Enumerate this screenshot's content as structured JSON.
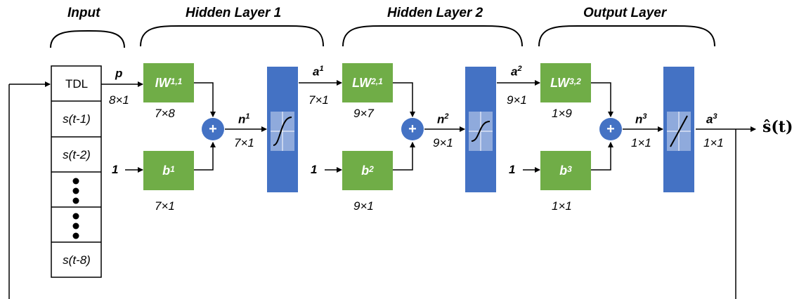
{
  "headers": {
    "input": "Input",
    "hidden1": "Hidden Layer 1",
    "hidden2": "Hidden Layer 2",
    "output": "Output Layer"
  },
  "tdl": {
    "label": "TDL",
    "cells": [
      "s(t-1)",
      "s(t-2)",
      "s(t-8)"
    ]
  },
  "input": {
    "name": "p",
    "dim": "8×1",
    "bias_input": "1"
  },
  "layers": [
    {
      "weight_base": "IW",
      "weight_sup": "1,1",
      "weight_dim": "7×8",
      "bias_base": "b",
      "bias_sup": "1",
      "bias_dim": "7×1",
      "sum_symbol": "+",
      "net_base": "n",
      "net_sup": "1",
      "net_dim": "7×1",
      "out_base": "a",
      "out_sup": "1",
      "out_dim": "7×1"
    },
    {
      "weight_base": "LW",
      "weight_sup": "2,1",
      "weight_dim": "9×7",
      "bias_base": "b",
      "bias_sup": "2",
      "bias_dim": "9×1",
      "sum_symbol": "+",
      "net_base": "n",
      "net_sup": "2",
      "net_dim": "9×1",
      "out_base": "a",
      "out_sup": "2",
      "out_dim": "9×1"
    },
    {
      "weight_base": "LW",
      "weight_sup": "3,2",
      "weight_dim": "1×9",
      "bias_base": "b",
      "bias_sup": "3",
      "bias_dim": "1×1",
      "sum_symbol": "+",
      "net_base": "n",
      "net_sup": "3",
      "net_dim": "1×1",
      "out_base": "a",
      "out_sup": "3",
      "out_dim": "1×1"
    }
  ],
  "output_label": "ŝ(t)",
  "colors": {
    "green": "#70ad47",
    "blue": "#4472c4",
    "light_blue": "#8faadc"
  }
}
